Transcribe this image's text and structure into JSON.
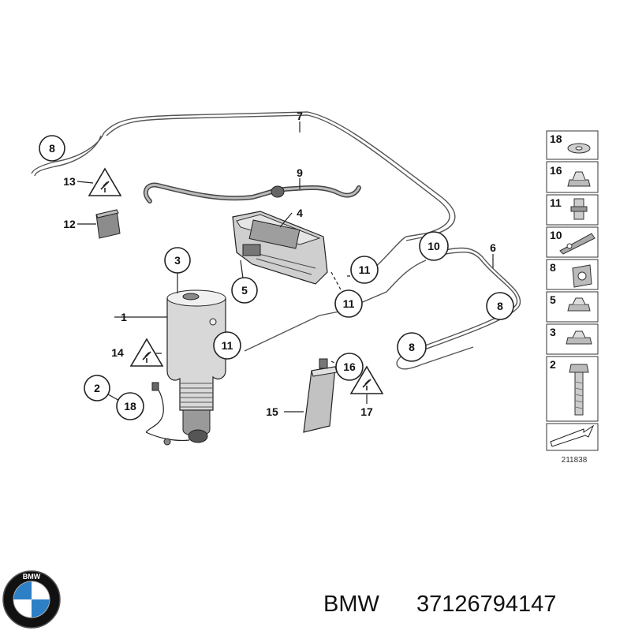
{
  "callouts": {
    "c1": "1",
    "c2": "2",
    "c3": "3",
    "c4": "4",
    "c5": "5",
    "c6": "6",
    "c7": "7",
    "c8": "8",
    "c9": "9",
    "c10": "10",
    "c11": "11",
    "c12": "12",
    "c13": "13",
    "c14": "14",
    "c15": "15",
    "c16": "16",
    "c17": "17",
    "c18": "18"
  },
  "parts_panel": [
    "18",
    "16",
    "11",
    "10",
    "8",
    "5",
    "3",
    "2"
  ],
  "diagram_code": "211838",
  "caption": {
    "brand": "BMW",
    "part_number": "37126794147"
  },
  "logo": {
    "letters": "BMW",
    "colors": {
      "blue": "#2d7fc6",
      "white": "#ffffff",
      "ring": "#111111"
    }
  }
}
